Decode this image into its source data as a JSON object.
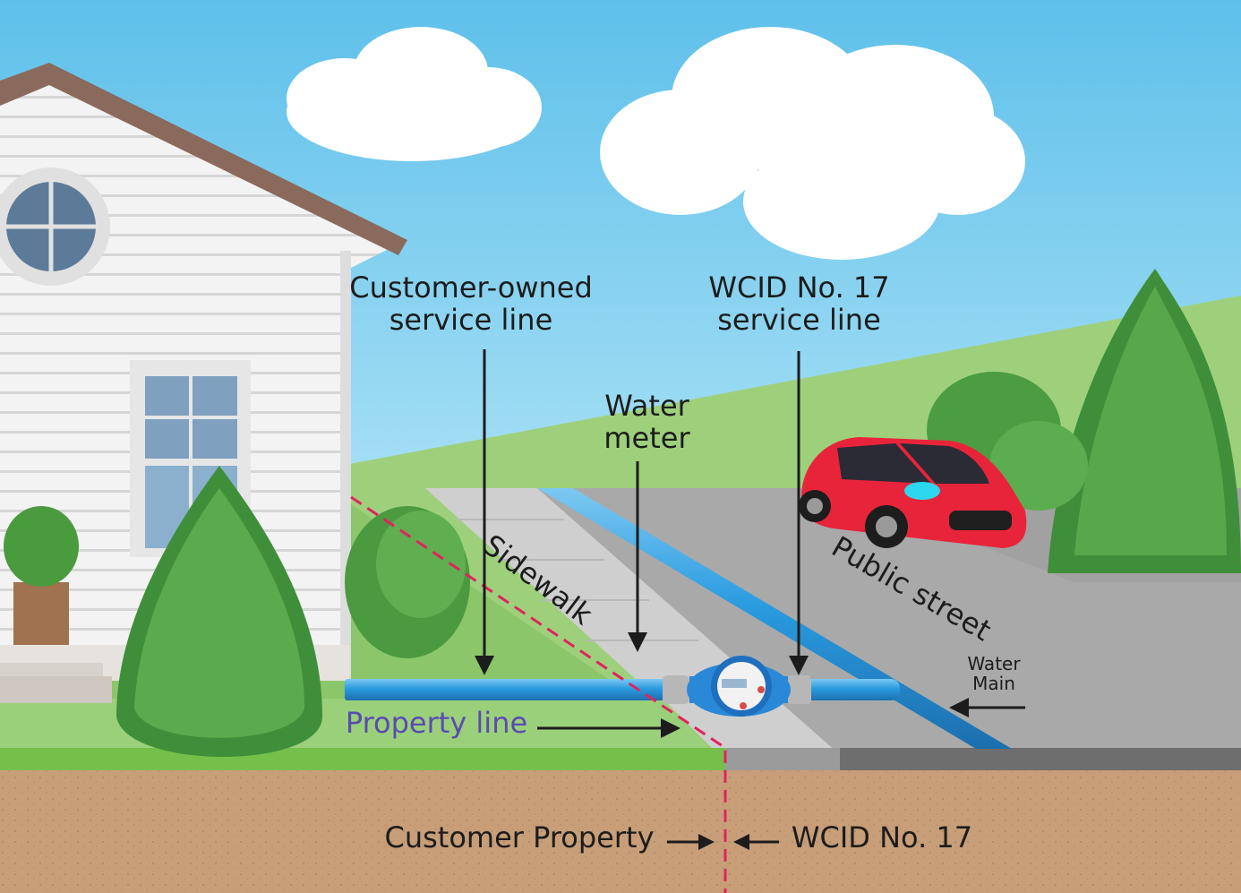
{
  "labels": {
    "customer_owned_line_1": "Customer-owned",
    "customer_owned_line_2": "service line",
    "wcid_service_line_1": "WCID No. 17",
    "wcid_service_line_2": "service line",
    "water_meter_1": "Water",
    "water_meter_2": "meter",
    "sidewalk": "Sidewalk",
    "public_street": "Public street",
    "water_main_1": "Water",
    "water_main_2": "Main",
    "property_line": "Property line",
    "customer_property": "Customer Property",
    "wcid_property": "WCID No. 17"
  },
  "colors": {
    "sky": "#6fc6ea",
    "pipe": "#2a9be0",
    "soil": "#c49a74",
    "grass": "#7cc35a",
    "road": "#a7a7a7",
    "car": "#e8243a",
    "property_line": "#e0245e",
    "house_siding": "#f1f1f1",
    "roof": "#8a6a5c"
  }
}
